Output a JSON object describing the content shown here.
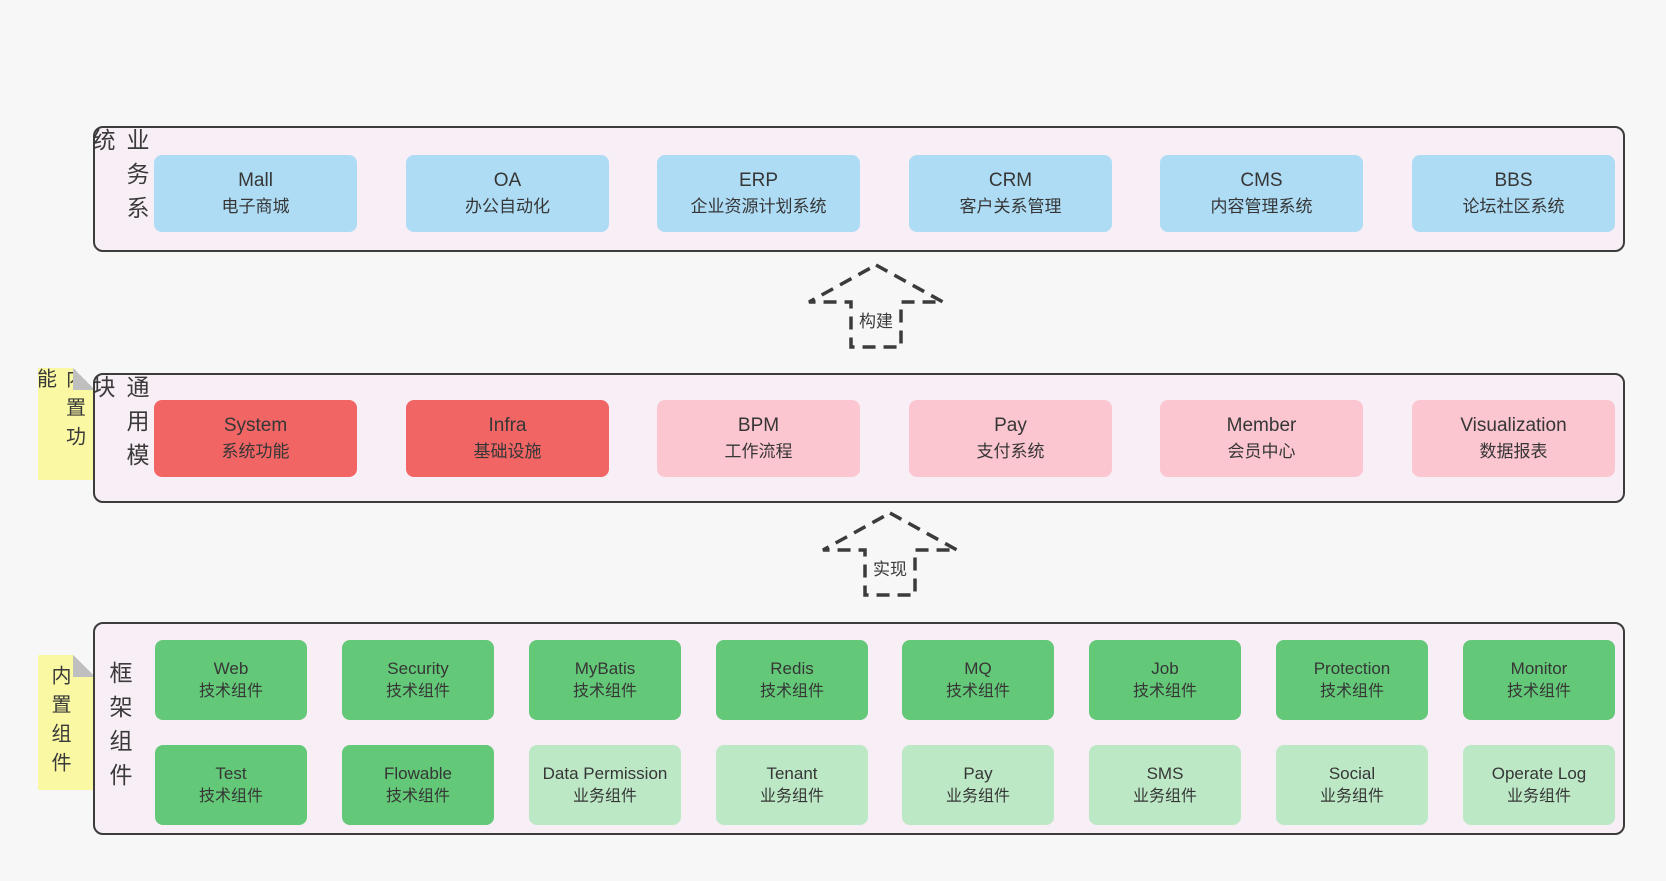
{
  "palette": {
    "page_bg": "#f7f7f7",
    "panel_bg": "#f8eef6",
    "panel_border": "#3c3c3c",
    "box_text": "#363636",
    "label_text": "#3a3a3a",
    "blue": "#aedcf5",
    "red": "#f26565",
    "pink": "#fbc6d0",
    "green": "#63c877",
    "light_green": "#bde8c6",
    "yellow": "#faf8a3",
    "fold_gray": "#bfbfbf"
  },
  "arrows": [
    {
      "label": "构建"
    },
    {
      "label": "实现"
    }
  ],
  "layers": {
    "business": {
      "label": "业务系统",
      "boxes": [
        {
          "title": "Mall",
          "subtitle": "电子商城",
          "color": "blue"
        },
        {
          "title": "OA",
          "subtitle": "办公自动化",
          "color": "blue"
        },
        {
          "title": "ERP",
          "subtitle": "企业资源计划系统",
          "color": "blue"
        },
        {
          "title": "CRM",
          "subtitle": "客户关系管理",
          "color": "blue"
        },
        {
          "title": "CMS",
          "subtitle": "内容管理系统",
          "color": "blue"
        },
        {
          "title": "BBS",
          "subtitle": "论坛社区系统",
          "color": "blue"
        }
      ]
    },
    "modules": {
      "label": "通用模块",
      "note": "内置功能",
      "boxes": [
        {
          "title": "System",
          "subtitle": "系统功能",
          "color": "red"
        },
        {
          "title": "Infra",
          "subtitle": "基础设施",
          "color": "red"
        },
        {
          "title": "BPM",
          "subtitle": "工作流程",
          "color": "pink"
        },
        {
          "title": "Pay",
          "subtitle": "支付系统",
          "color": "pink"
        },
        {
          "title": "Member",
          "subtitle": "会员中心",
          "color": "pink"
        },
        {
          "title": "Visualization",
          "subtitle": "数据报表",
          "color": "pink"
        }
      ]
    },
    "components": {
      "label": "框架组件",
      "note": "内置组件",
      "row1": [
        {
          "title": "Web",
          "subtitle": "技术组件",
          "color": "green"
        },
        {
          "title": "Security",
          "subtitle": "技术组件",
          "color": "green"
        },
        {
          "title": "MyBatis",
          "subtitle": "技术组件",
          "color": "green"
        },
        {
          "title": "Redis",
          "subtitle": "技术组件",
          "color": "green"
        },
        {
          "title": "MQ",
          "subtitle": "技术组件",
          "color": "green"
        },
        {
          "title": "Job",
          "subtitle": "技术组件",
          "color": "green"
        },
        {
          "title": "Protection",
          "subtitle": "技术组件",
          "color": "green"
        },
        {
          "title": "Monitor",
          "subtitle": "技术组件",
          "color": "green"
        }
      ],
      "row2": [
        {
          "title": "Test",
          "subtitle": "技术组件",
          "color": "green"
        },
        {
          "title": "Flowable",
          "subtitle": "技术组件",
          "color": "green"
        },
        {
          "title": "Data Permission",
          "subtitle": "业务组件",
          "color": "lgreen"
        },
        {
          "title": "Tenant",
          "subtitle": "业务组件",
          "color": "lgreen"
        },
        {
          "title": "Pay",
          "subtitle": "业务组件",
          "color": "lgreen"
        },
        {
          "title": "SMS",
          "subtitle": "业务组件",
          "color": "lgreen"
        },
        {
          "title": "Social",
          "subtitle": "业务组件",
          "color": "lgreen"
        },
        {
          "title": "Operate Log",
          "subtitle": "业务组件",
          "color": "lgreen"
        }
      ]
    }
  }
}
